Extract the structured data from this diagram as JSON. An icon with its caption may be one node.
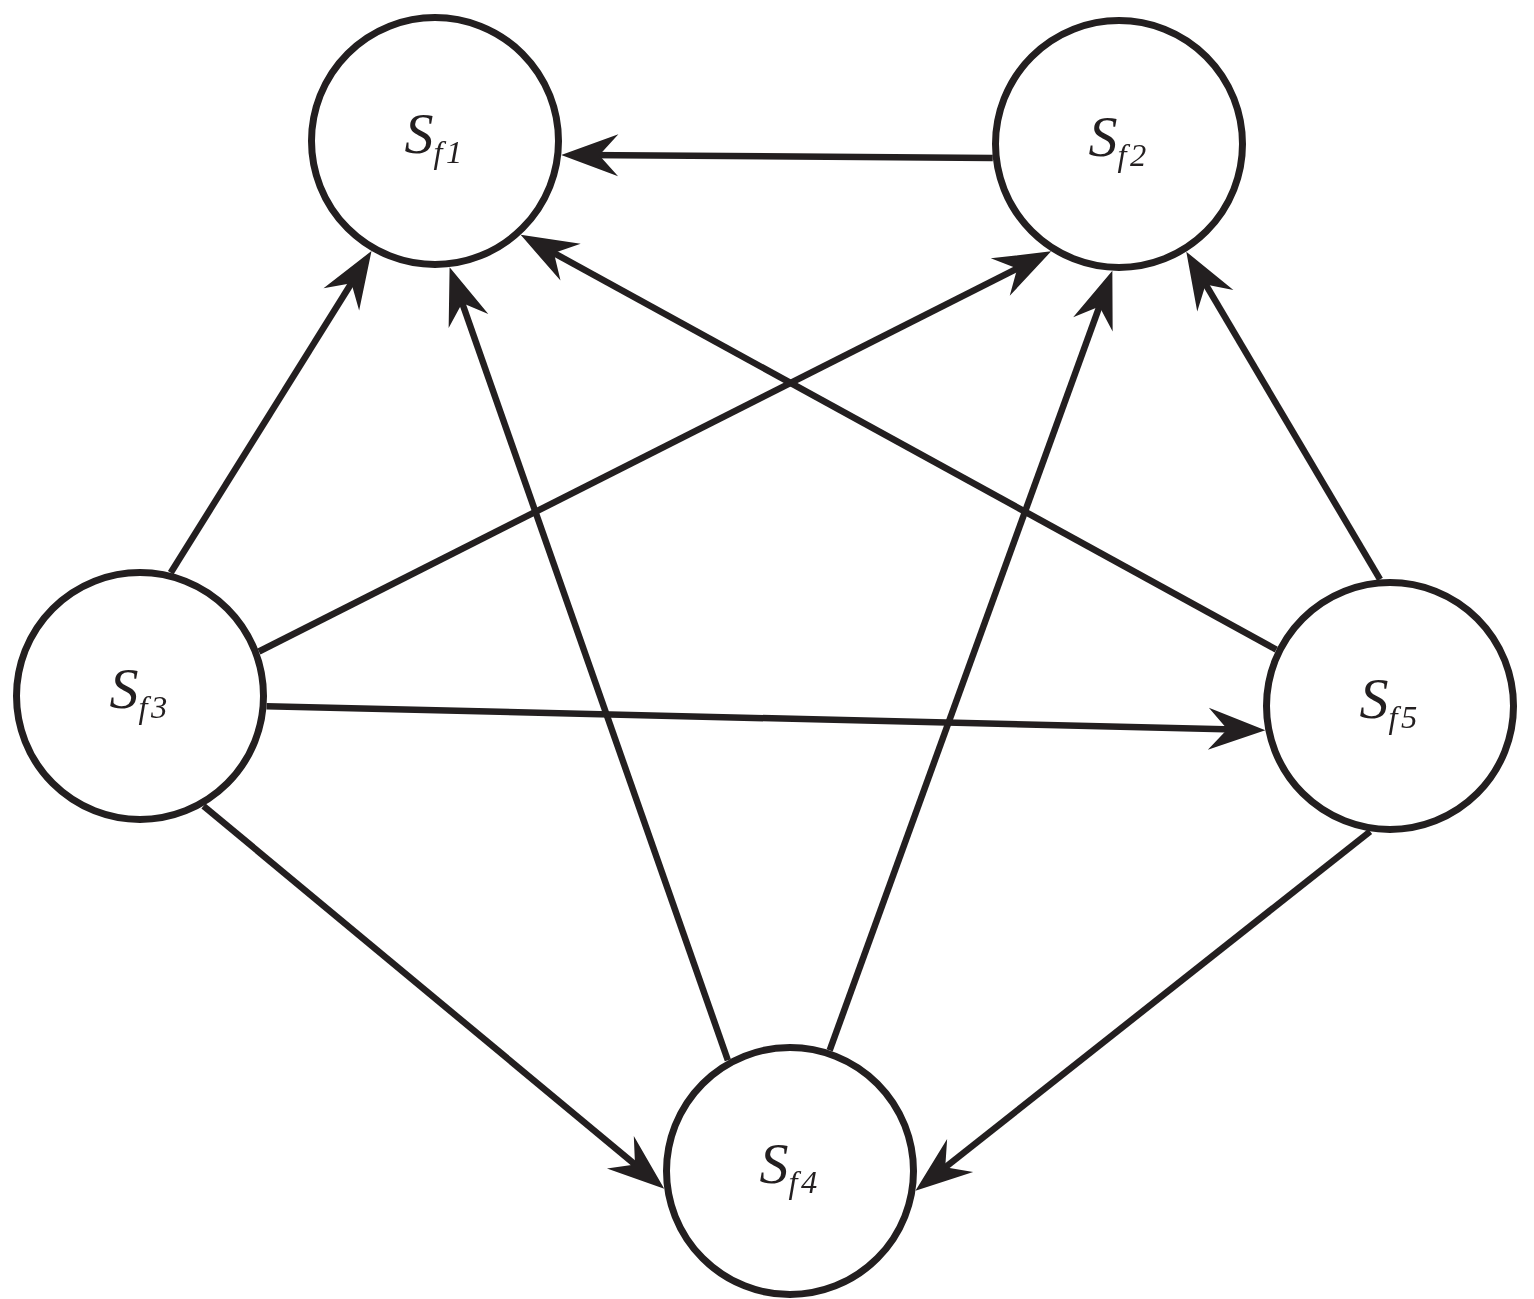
{
  "diagram": {
    "nodes": [
      {
        "text": [
          "S$_{f1}$"
        ]
      },
      {
        "text": [
          "S$_{f2}$"
        ]
      },
      {
        "text": [
          "S$_{f3}$"
        ]
      },
      {
        "text": [
          "S$_{f4}$"
        ]
      },
      {
        "text": [
          "S$_{f5}$"
        ]
      }
    ],
    "edges": [
      {
        "from": 1,
        "to": 0,
        "arrow": "to"
      },
      {
        "from": 2,
        "to": 0,
        "arrow": "to"
      },
      {
        "from": 3,
        "to": 0,
        "arrow": "to"
      },
      {
        "from": 4,
        "to": 0,
        "arrow": "to"
      },
      {
        "from": 2,
        "to": 1,
        "arrow": "to"
      },
      {
        "from": 3,
        "to": 1,
        "arrow": "to"
      },
      {
        "from": 4,
        "to": 1,
        "arrow": "to"
      },
      {
        "from": 2,
        "to": 4,
        "arrow": "to"
      },
      {
        "from": 2,
        "to": 3,
        "arrow": "to"
      },
      {
        "from": 4,
        "to": 3,
        "arrow": "to"
      }
    ]
  }
}
